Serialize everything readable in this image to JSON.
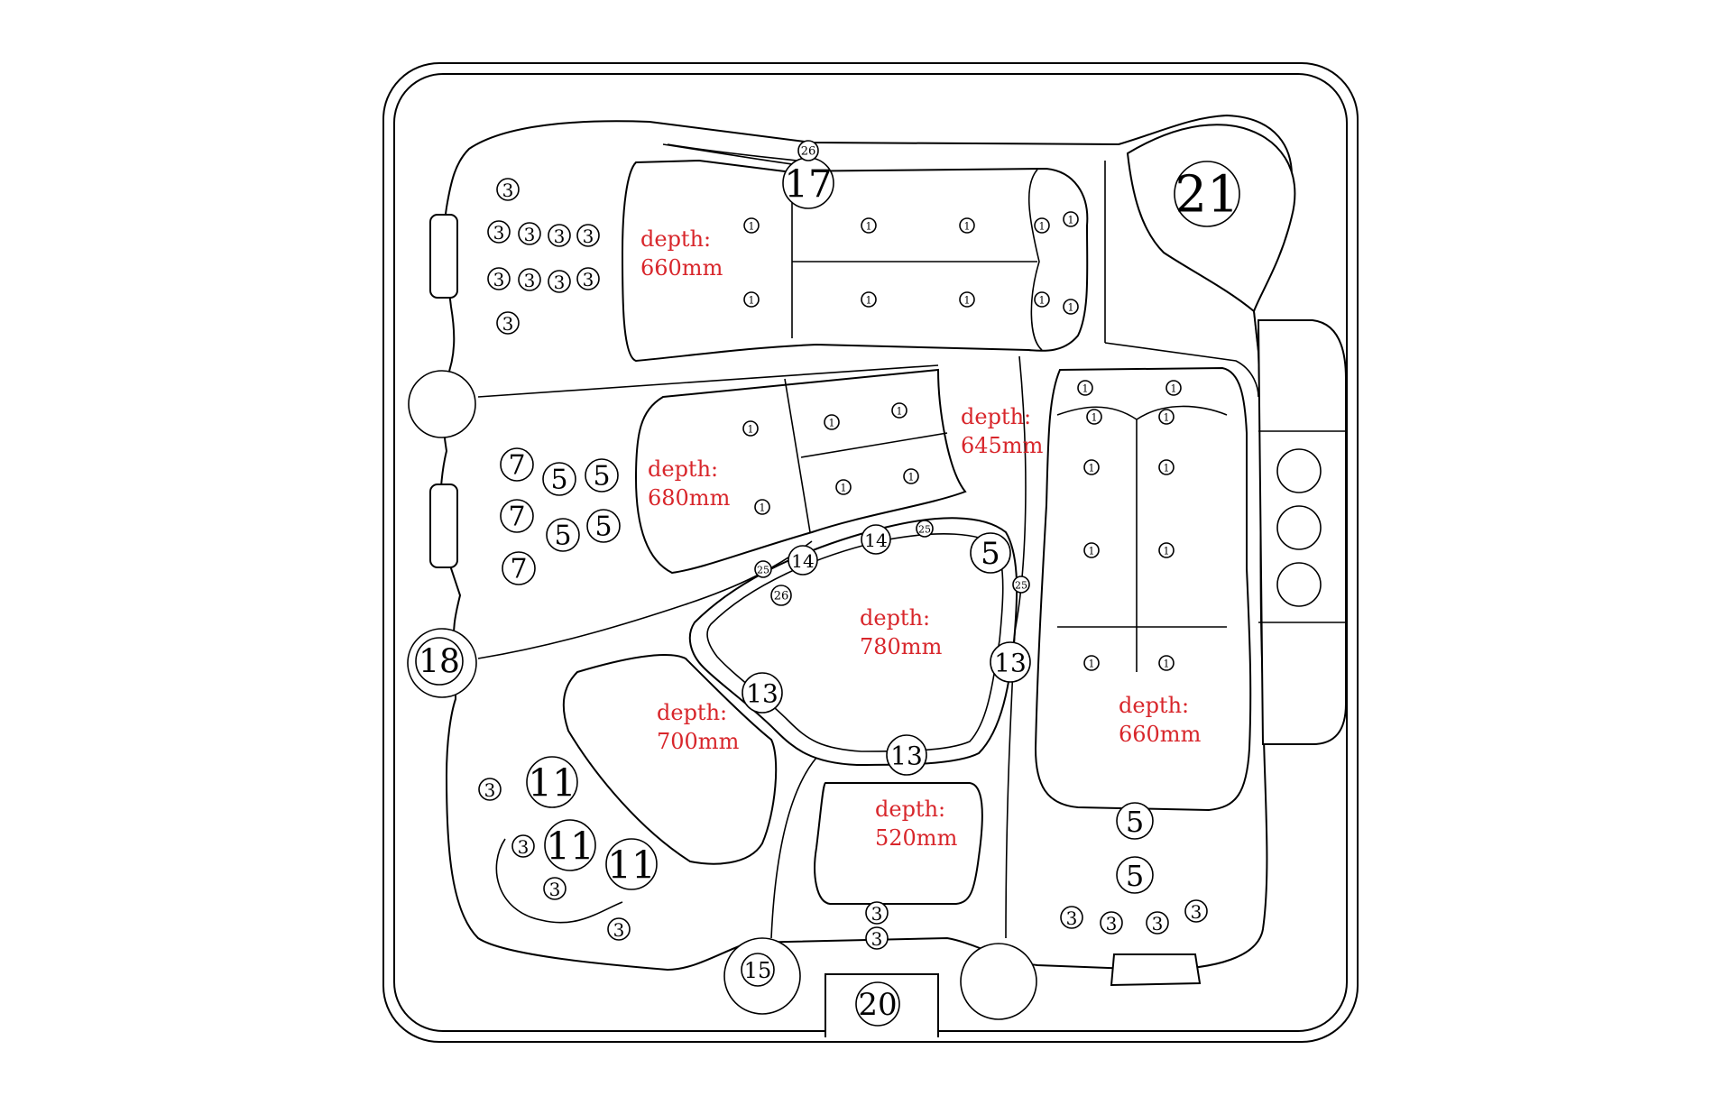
{
  "colors": {
    "line": "#000000",
    "depth_text": "#d8262b",
    "background": "#ffffff"
  },
  "depths": [
    {
      "label": "depth:",
      "value": "660mm"
    },
    {
      "label": "depth:",
      "value": "680mm"
    },
    {
      "label": "depth:",
      "value": "645mm"
    },
    {
      "label": "depth:",
      "value": "780mm"
    },
    {
      "label": "depth:",
      "value": "700mm"
    },
    {
      "label": "depth:",
      "value": "660mm"
    },
    {
      "label": "depth:",
      "value": "520mm"
    }
  ],
  "markers": {
    "m1": "1",
    "m3": "3",
    "m5": "5",
    "m7": "7",
    "m11": "11",
    "m13": "13",
    "m14": "14",
    "m15": "15",
    "m17": "17",
    "m18": "18",
    "m20": "20",
    "m21": "21",
    "m25": "25",
    "m26": "26"
  }
}
